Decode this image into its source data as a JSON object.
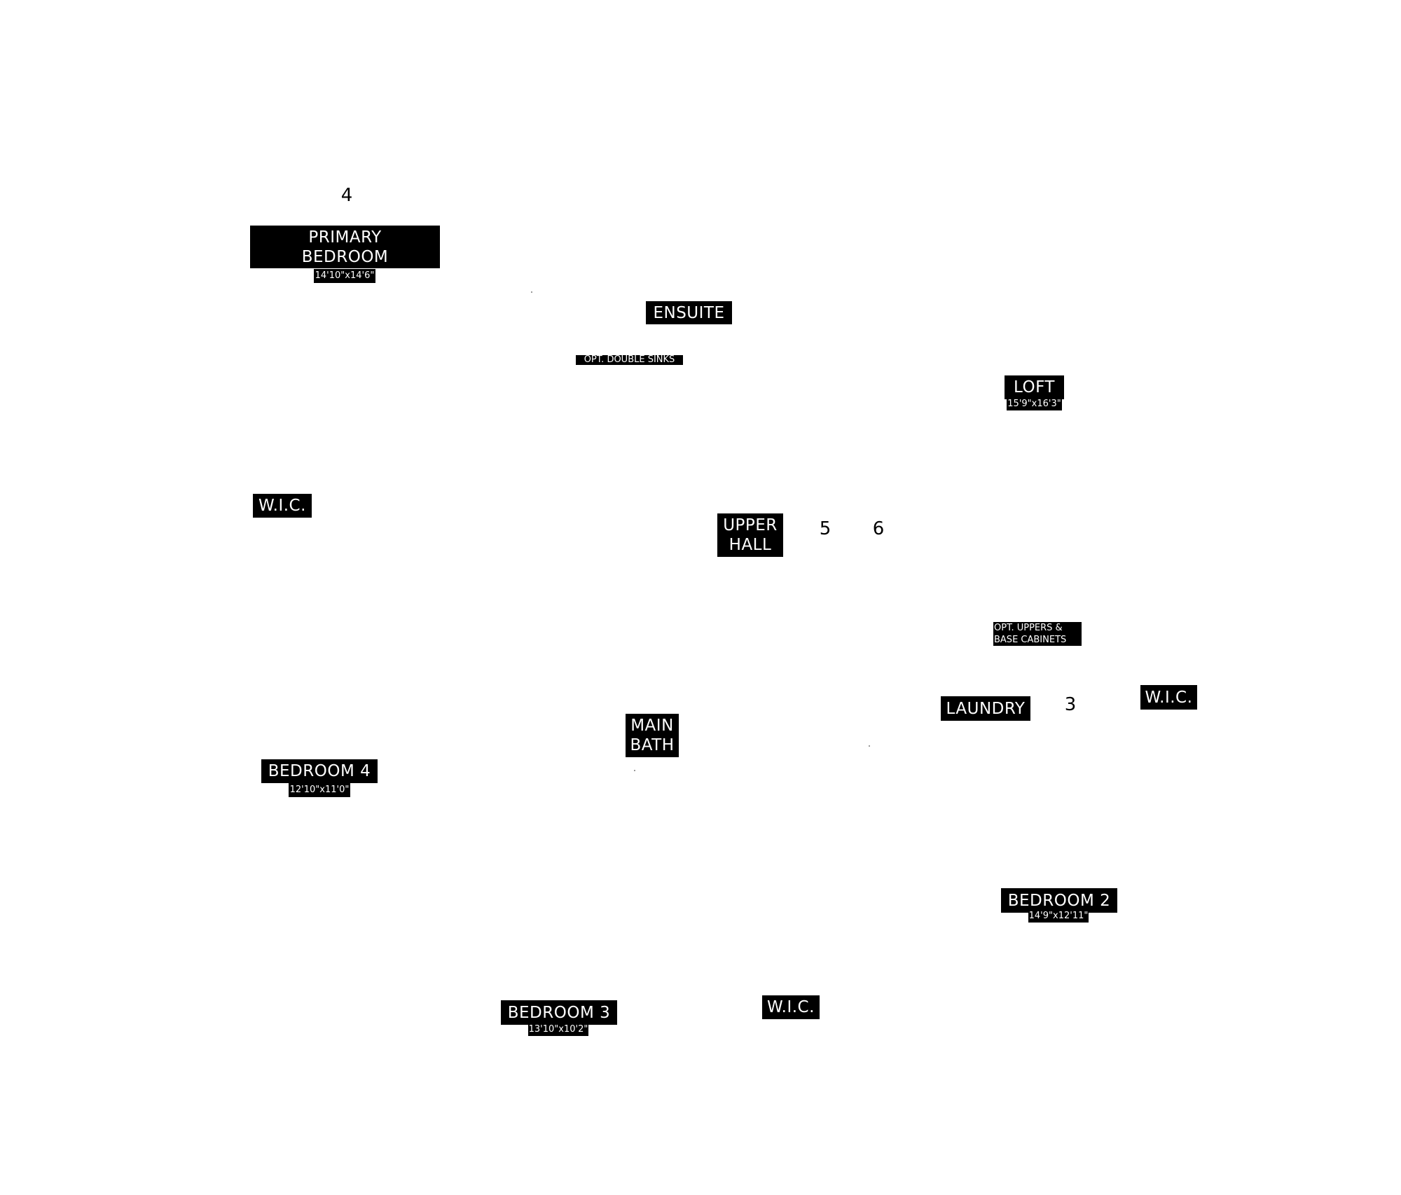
{
  "rooms": {
    "primary_bedroom": {
      "name": "PRIMARY\nBEDROOM",
      "dimensions": "14'10\"x14'6\""
    },
    "ensuite": {
      "name": "ENSUITE"
    },
    "loft": {
      "name": "LOFT",
      "dimensions": "15'9\"x16'3\""
    },
    "primary_wic": {
      "name": "W.I.C."
    },
    "upper_hall": {
      "name": "UPPER\nHALL"
    },
    "laundry": {
      "name": "LAUNDRY"
    },
    "bedroom2_wic": {
      "name": "W.I.C."
    },
    "main_bath": {
      "name": "MAIN\nBATH"
    },
    "bedroom_4": {
      "name": "BEDROOM 4",
      "dimensions": "12'10\"x11'0\""
    },
    "bedroom_2": {
      "name": "BEDROOM 2",
      "dimensions": "14'9\"x12'11\""
    },
    "bedroom_3": {
      "name": "BEDROOM 3",
      "dimensions": "13'10\"x10'2\""
    },
    "bedroom3_wic": {
      "name": "W.I.C."
    }
  },
  "notes": {
    "double_sinks": "OPT. DOUBLE SINKS",
    "laundry_cabinets": "OPT. UPPERS &\nBASE CABINETS"
  },
  "callouts": {
    "c4": "4",
    "c5": "5",
    "c6": "6",
    "c3": "3"
  }
}
